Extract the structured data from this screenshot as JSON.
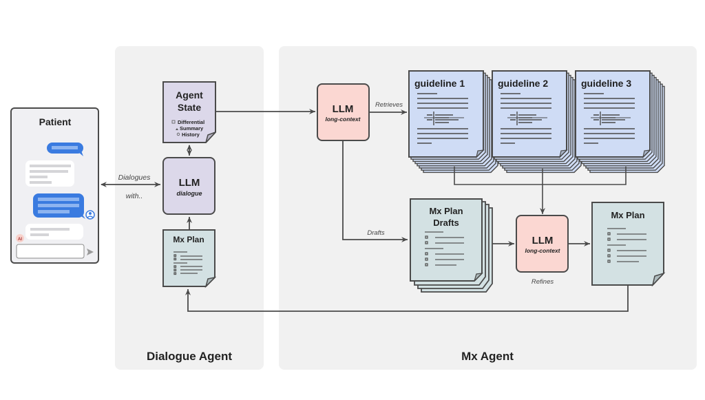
{
  "panels": {
    "dialogue_agent": "Dialogue Agent",
    "mx_agent": "Mx Agent"
  },
  "patient": {
    "title": "Patient",
    "ai_badge": "AI"
  },
  "agent_state": {
    "title_line1": "Agent",
    "title_line2": "State",
    "items": [
      "Differential",
      "Summary",
      "History"
    ]
  },
  "llm_dialogue": {
    "title": "LLM",
    "subtitle": "dialogue"
  },
  "mx_plan_left": {
    "title": "Mx Plan"
  },
  "llm_retrieve": {
    "title": "LLM",
    "subtitle": "long-context"
  },
  "llm_refine": {
    "title": "LLM",
    "subtitle": "long-context"
  },
  "guidelines": [
    "guideline 1",
    "guideline 2",
    "guideline 3"
  ],
  "drafts": {
    "title_line1": "Mx Plan",
    "title_line2": "Drafts"
  },
  "mx_plan_final": {
    "title": "Mx Plan"
  },
  "edge_labels": {
    "dialogues": "Dialogues",
    "with": "with..",
    "retrieves": "Retrieves",
    "drafts": "Drafts",
    "refines": "Refines"
  },
  "colors": {
    "panel": "#f1f1f1",
    "lavender": "#dcd8ea",
    "salmon": "#fbd7d2",
    "blue_doc": "#cfdcf5",
    "teal_doc": "#d3e1e3",
    "chat_blue": "#3a7be0",
    "stroke": "#4a4a4a"
  }
}
